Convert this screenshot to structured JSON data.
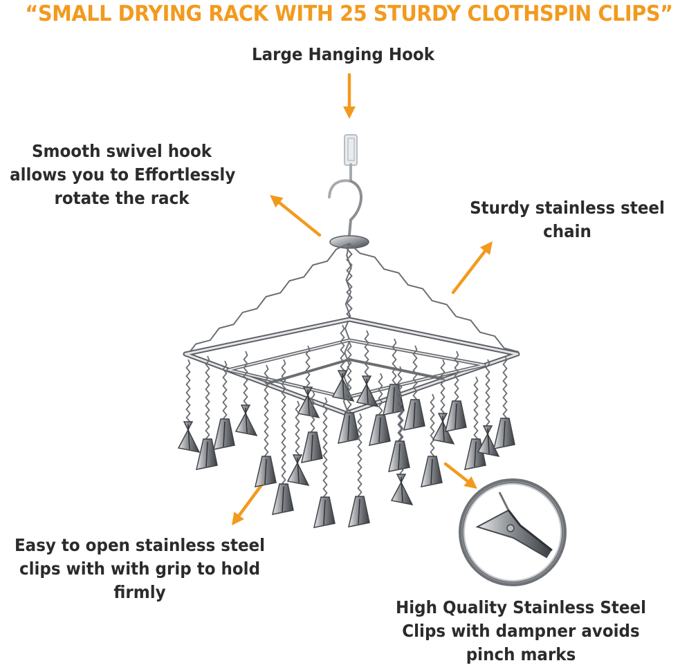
{
  "title": "“SMALL DRYING RACK WITH 25 STURDY CLOTHSPIN CLIPS”",
  "colors": {
    "accent": "#f29a1e",
    "text": "#2b2b2b",
    "steel": "#8a8d91",
    "steel_dark": "#4a4d52",
    "steel_light": "#d8dadd"
  },
  "callouts": {
    "hanging_hook": [
      "Large Hanging Hook"
    ],
    "swivel_hook": [
      "Smooth swivel hook",
      "allows you to  Effortlessly",
      "rotate the rack"
    ],
    "chain": [
      "Sturdy stainless steel",
      "chain"
    ],
    "clips": [
      "Easy to open stainless steel",
      "clips with with grip to hold",
      "firmly"
    ],
    "quality": [
      "High Quality Stainless Steel",
      "Clips with dampner avoids",
      "pinch marks"
    ]
  },
  "product": {
    "clip_count": 25
  }
}
